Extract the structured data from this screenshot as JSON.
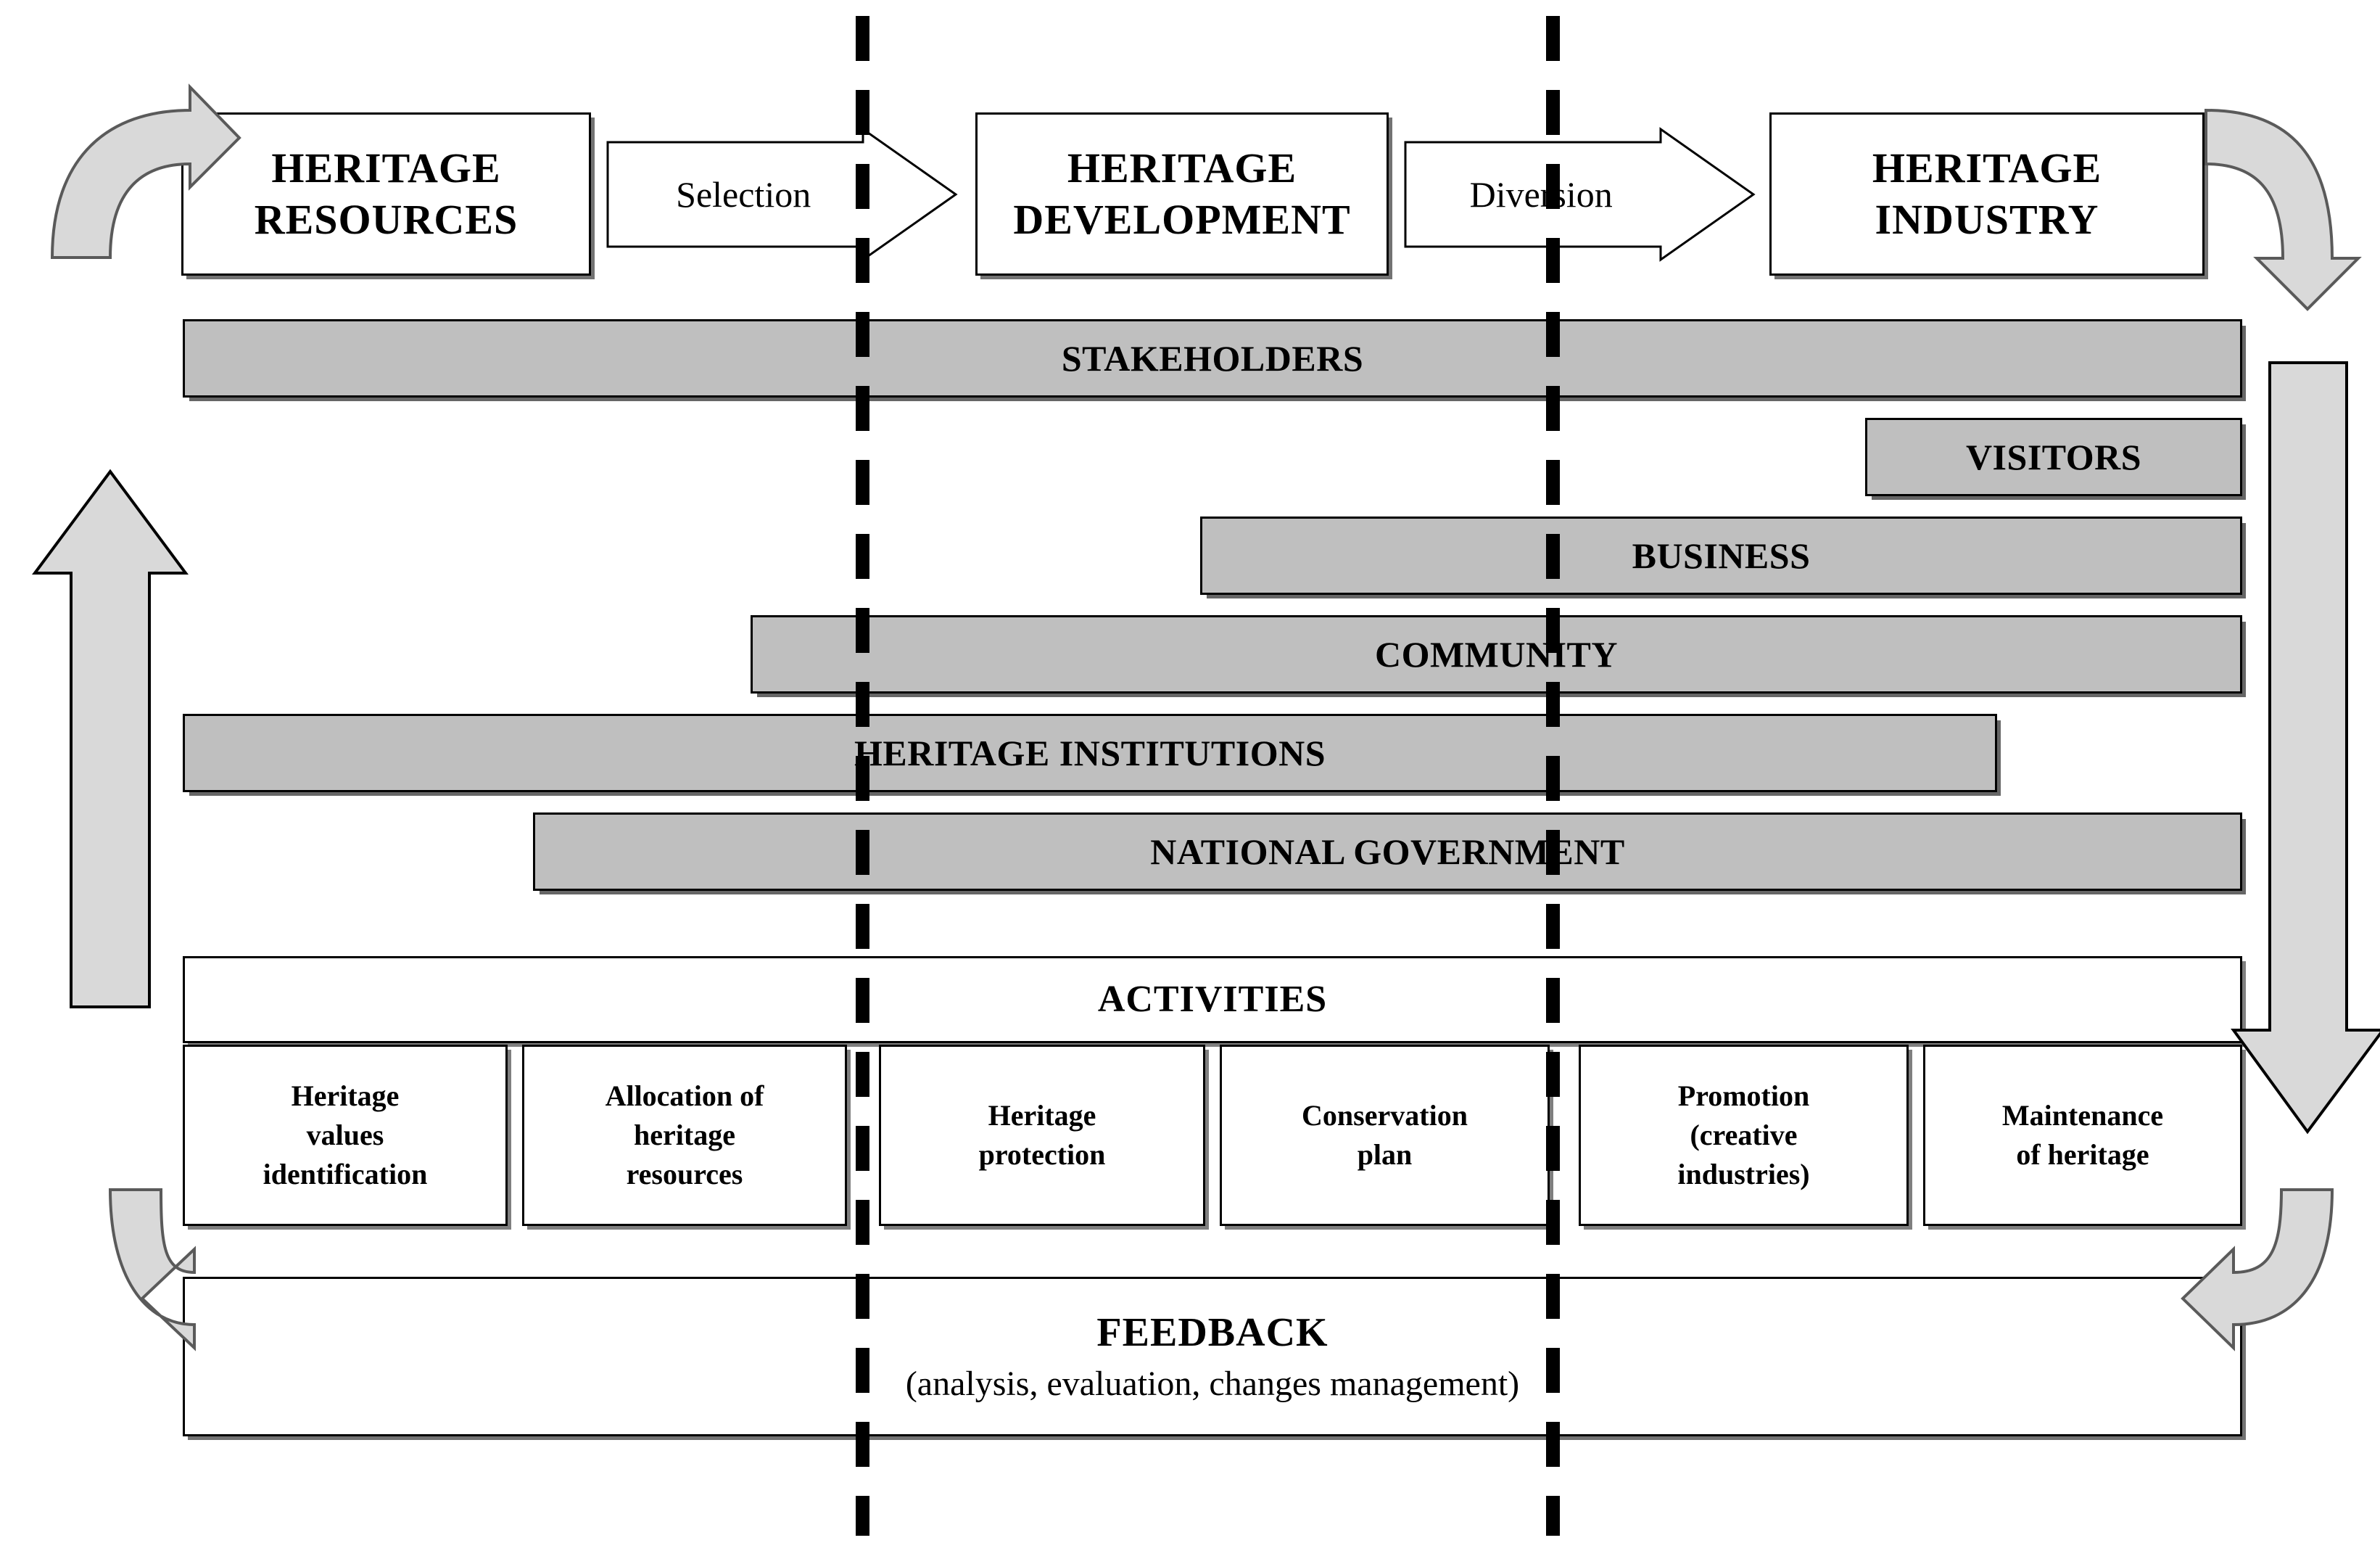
{
  "diagram": {
    "title": "Heritage resources to heritage industry process model",
    "colors": {
      "bar_fill": "#BFBFBF",
      "loop_arrow_fill": "#D9D9D9",
      "box_fill": "#FFFFFF",
      "line": "#000000"
    }
  },
  "top_row": {
    "boxes": [
      {
        "id": "heritage-resources",
        "label": "HERITAGE\nRESOURCES"
      },
      {
        "id": "heritage-development",
        "label": "HERITAGE\nDEVELOPMENT"
      },
      {
        "id": "heritage-industry",
        "label": "HERITAGE\nINDUSTRY"
      }
    ],
    "arrows": [
      {
        "id": "selection",
        "label": "Selection"
      },
      {
        "id": "diversion",
        "label": "Diversion"
      }
    ]
  },
  "stakeholders": {
    "header_label": "STAKEHOLDERS",
    "rows": [
      {
        "id": "visitors",
        "label": "VISITORS"
      },
      {
        "id": "business",
        "label": "BUSINESS"
      },
      {
        "id": "community",
        "label": "COMMUNITY"
      },
      {
        "id": "heritage-institutions",
        "label": "HERITAGE INSTITUTIONS"
      },
      {
        "id": "national-government",
        "label": "NATIONAL GOVERNMENT"
      }
    ]
  },
  "activities": {
    "header_label": "ACTIVITIES",
    "items": [
      {
        "id": "heritage-values-identification",
        "label": "Heritage\nvalues\nidentification"
      },
      {
        "id": "allocation-of-heritage-resources",
        "label": "Allocation of\nheritage\nresources"
      },
      {
        "id": "heritage-protection",
        "label": "Heritage\nprotection"
      },
      {
        "id": "conservation-plan",
        "label": "Conservation\nplan"
      },
      {
        "id": "promotion-creative-industries",
        "label": "Promotion\n(creative\nindustries)"
      },
      {
        "id": "maintenance-of-heritage",
        "label": "Maintenance\nof heritage"
      }
    ]
  },
  "feedback": {
    "title": "FEEDBACK",
    "subtitle": "(analysis, evaluation, changes management)"
  },
  "dividers": {
    "count": 2,
    "style": "dashed-vertical",
    "note": "two heavy dashed vertical lines separating the three process stages"
  }
}
